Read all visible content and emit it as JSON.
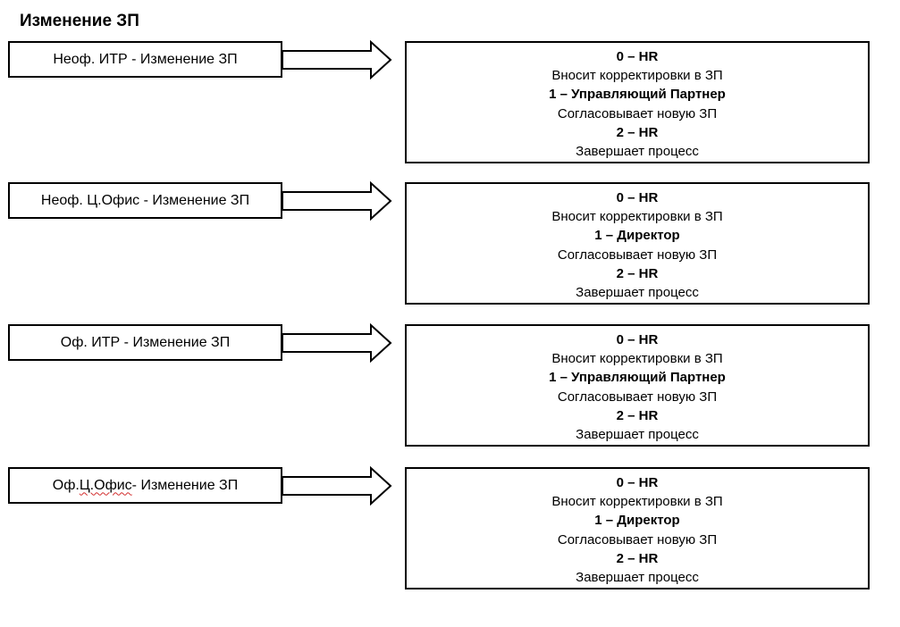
{
  "title": "Изменение ЗП",
  "flows": [
    {
      "label_parts": [
        "Неоф. ИТР - Изменение ЗП"
      ],
      "steps": [
        {
          "role": "0 – HR",
          "action": "Вносит корректировки в ЗП"
        },
        {
          "role": "1 – Управляющий Партнер",
          "action": "Согласовывает новую ЗП"
        },
        {
          "role": "2 – HR",
          "action": "Завершает процесс"
        }
      ]
    },
    {
      "label_parts": [
        "Неоф. Ц.Офис - Изменение ЗП"
      ],
      "steps": [
        {
          "role": "0 – HR",
          "action": "Вносит корректировки в ЗП"
        },
        {
          "role": "1 – Директор",
          "action": "Согласовывает новую ЗП"
        },
        {
          "role": "2 – HR",
          "action": "Завершает процесс"
        }
      ]
    },
    {
      "label_parts": [
        "Оф. ИТР - Изменение ЗП"
      ],
      "steps": [
        {
          "role": "0 – HR",
          "action": "Вносит корректировки в ЗП"
        },
        {
          "role": "1 – Управляющий Партнер",
          "action": "Согласовывает новую ЗП"
        },
        {
          "role": "2 – HR",
          "action": "Завершает процесс"
        }
      ]
    },
    {
      "label_parts": [
        "Оф. ",
        "Ц.Офис",
        " - Изменение ЗП"
      ],
      "steps": [
        {
          "role": "0 – HR",
          "action": "Вносит корректировки в ЗП"
        },
        {
          "role": "1 – Директор",
          "action": "Согласовывает новую ЗП"
        },
        {
          "role": "2 – HR",
          "action": "Завершает процесс"
        }
      ]
    }
  ]
}
